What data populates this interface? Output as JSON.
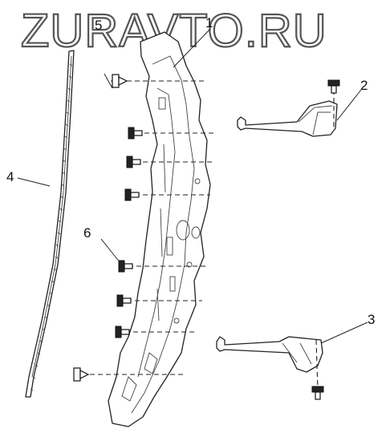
{
  "watermark": {
    "text": "ZURAVTO.RU"
  },
  "callouts": [
    {
      "id": "1",
      "label": "1"
    },
    {
      "id": "2",
      "label": "2"
    },
    {
      "id": "3",
      "label": "3"
    },
    {
      "id": "4",
      "label": "4"
    },
    {
      "id": "5",
      "label": "5"
    },
    {
      "id": "6",
      "label": "6"
    }
  ]
}
